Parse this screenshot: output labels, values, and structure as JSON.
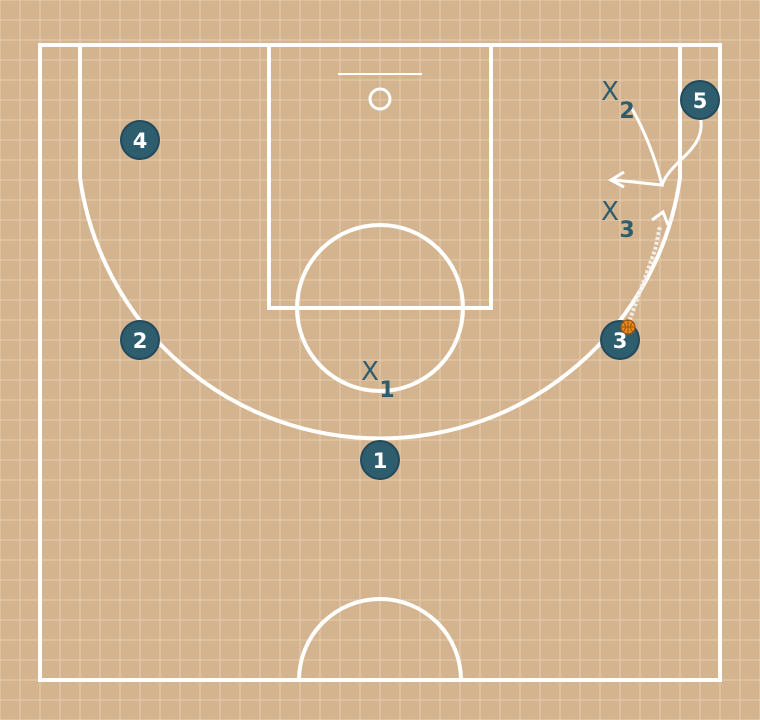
{
  "colors": {
    "floor": "#d4b48e",
    "grid": "#e3cdb2",
    "lines": "#ffffff",
    "player": "#2e5d6e",
    "ball": "#e88a1a"
  },
  "offense": [
    {
      "number": "1"
    },
    {
      "number": "2"
    },
    {
      "number": "3"
    },
    {
      "number": "4"
    },
    {
      "number": "5"
    }
  ],
  "defense": [
    {
      "letter": "X",
      "number": "1"
    },
    {
      "letter": "X",
      "number": "2"
    },
    {
      "letter": "X",
      "number": "3"
    }
  ],
  "actions": [
    {
      "type": "dribble",
      "player": "3"
    },
    {
      "type": "cut",
      "player": "5"
    },
    {
      "type": "movement",
      "player": "X2"
    }
  ],
  "ball": {
    "holder": "3"
  }
}
